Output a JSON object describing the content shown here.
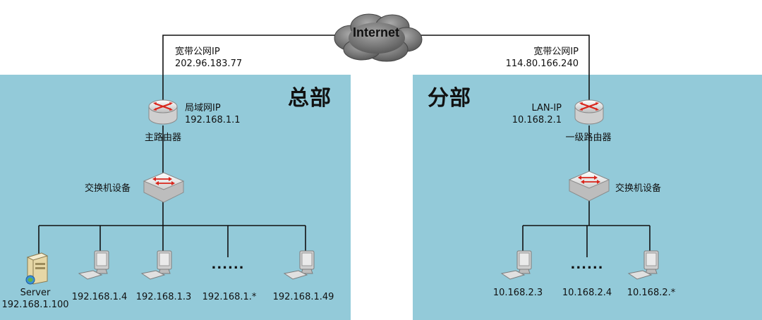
{
  "internet": {
    "label": "Internet"
  },
  "hq": {
    "title": "总部",
    "wan_label": "宽带公网IP",
    "wan_ip": "202.96.183.77",
    "router_lan_label": "局域网IP",
    "router_lan_ip": "192.168.1.1",
    "router_name": "主路由器",
    "switch_name": "交换机设备",
    "server_name": "Server",
    "server_ip": "192.168.1.100",
    "hosts": [
      "192.168.1.4",
      "192.168.1.3",
      "192.168.1.*",
      "192.168.1.49"
    ],
    "ellipsis": "......"
  },
  "branch": {
    "title": "分部",
    "wan_label": "宽带公网IP",
    "wan_ip": "114.80.166.240",
    "router_lan_label": "LAN-IP",
    "router_lan_ip": "10.168.2.1",
    "router_name": "一级路由器",
    "switch_name": "交换机设备",
    "hosts": [
      "10.168.2.3",
      "10.168.2.4",
      "10.168.2.*"
    ],
    "ellipsis": "......"
  },
  "colors": {
    "zone_fill": "#93cad9",
    "wire": "#111111",
    "device_arrow": "#d9261c",
    "cloud": "#6f6f6f"
  }
}
